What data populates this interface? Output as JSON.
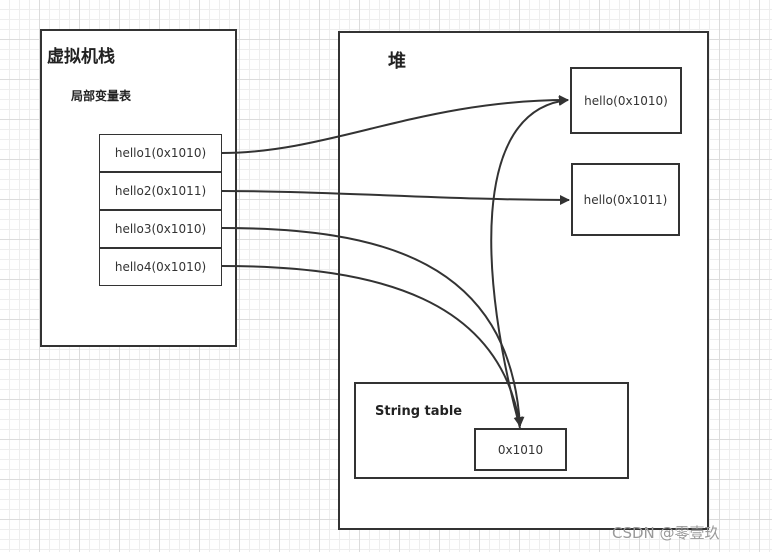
{
  "vm_stack": {
    "title": "虚拟机栈",
    "local_table_title": "局部变量表",
    "variables": [
      "hello1(0x1010)",
      "hello2(0x1011)",
      "hello3(0x1010)",
      "hello4(0x1010)"
    ]
  },
  "heap": {
    "title": "堆",
    "objects": [
      "hello(0x1010)",
      "hello(0x1011)"
    ],
    "string_table": {
      "title": "String table",
      "entry": "0x1010"
    }
  },
  "watermark": "CSDN @零壹玖"
}
